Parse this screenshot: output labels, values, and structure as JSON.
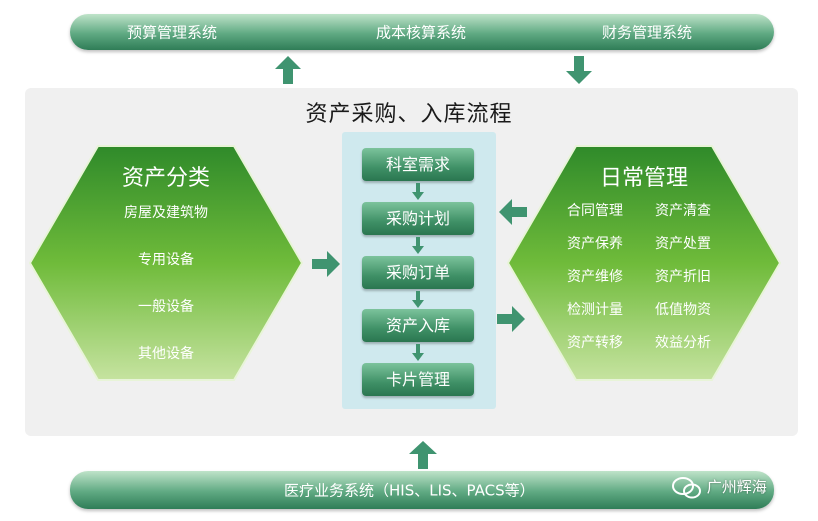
{
  "top_bar": {
    "items": [
      "预算管理系统",
      "成本核算系统",
      "财务管理系统"
    ]
  },
  "title": "资产采购、入库流程",
  "left_hex": {
    "title": "资产分类",
    "items": [
      "房屋及建筑物",
      "专用设备",
      "一般设备",
      "其他设备"
    ]
  },
  "steps": [
    "科室需求",
    "采购计划",
    "采购订单",
    "资产入库",
    "卡片管理"
  ],
  "right_hex": {
    "title": "日常管理",
    "items": [
      "合同管理",
      "资产清查",
      "资产保养",
      "资产处置",
      "资产维修",
      "资产折旧",
      "检测计量",
      "低值物资",
      "资产转移",
      "效益分析"
    ]
  },
  "bottom_bar": {
    "label": "医疗业务系统（HIS、LIS、PACS等）"
  },
  "watermark": {
    "text": "广州辉海"
  },
  "colors": {
    "green_dark": "#2f7d57",
    "green_light": "#bfe3c9",
    "hex_green": "#5fae2e",
    "arrow_green": "#3f9470",
    "panel_bg": "#f0f0f0",
    "column_bg": "#cfe9ee"
  }
}
